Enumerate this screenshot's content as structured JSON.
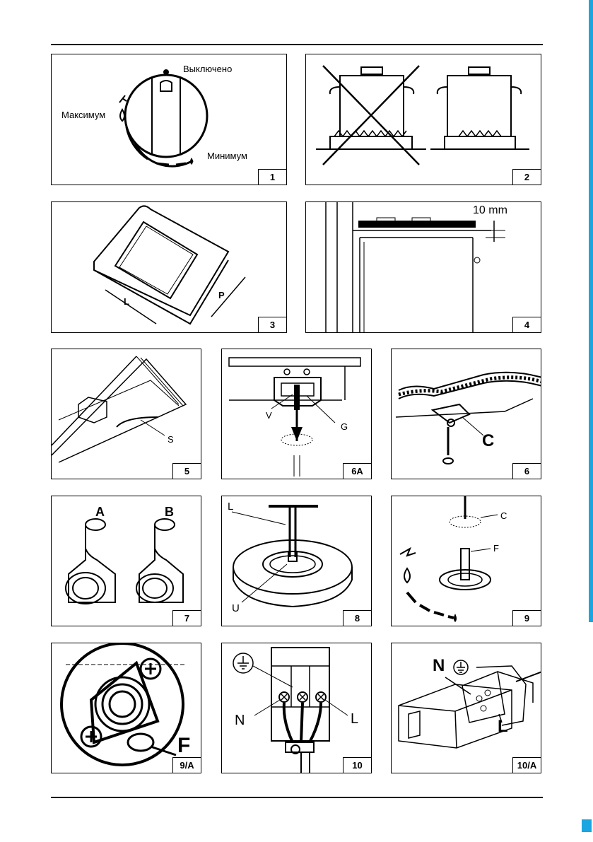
{
  "figures": {
    "f1": {
      "num": "1",
      "off": "Выключено",
      "max": "Максимум",
      "min": "Минимум"
    },
    "f2": {
      "num": "2"
    },
    "f3": {
      "num": "3",
      "l": "L",
      "p": "P"
    },
    "f4": {
      "num": "4",
      "gap": "10 mm"
    },
    "f5": {
      "num": "5",
      "s": "S"
    },
    "f6a": {
      "num": "6A",
      "v": "V",
      "g": "G"
    },
    "f6": {
      "num": "6",
      "c": "C"
    },
    "f7": {
      "num": "7",
      "a": "A",
      "b": "B"
    },
    "f8": {
      "num": "8",
      "l": "L",
      "u": "U"
    },
    "f9": {
      "num": "9",
      "c": "C",
      "f": "F"
    },
    "f9a": {
      "num": "9/A",
      "f": "F"
    },
    "f10": {
      "num": "10",
      "n": "N",
      "l": "L"
    },
    "f10a": {
      "num": "10/A",
      "n": "N",
      "l": "L"
    }
  },
  "colors": {
    "accent": "#1aa6e0"
  }
}
